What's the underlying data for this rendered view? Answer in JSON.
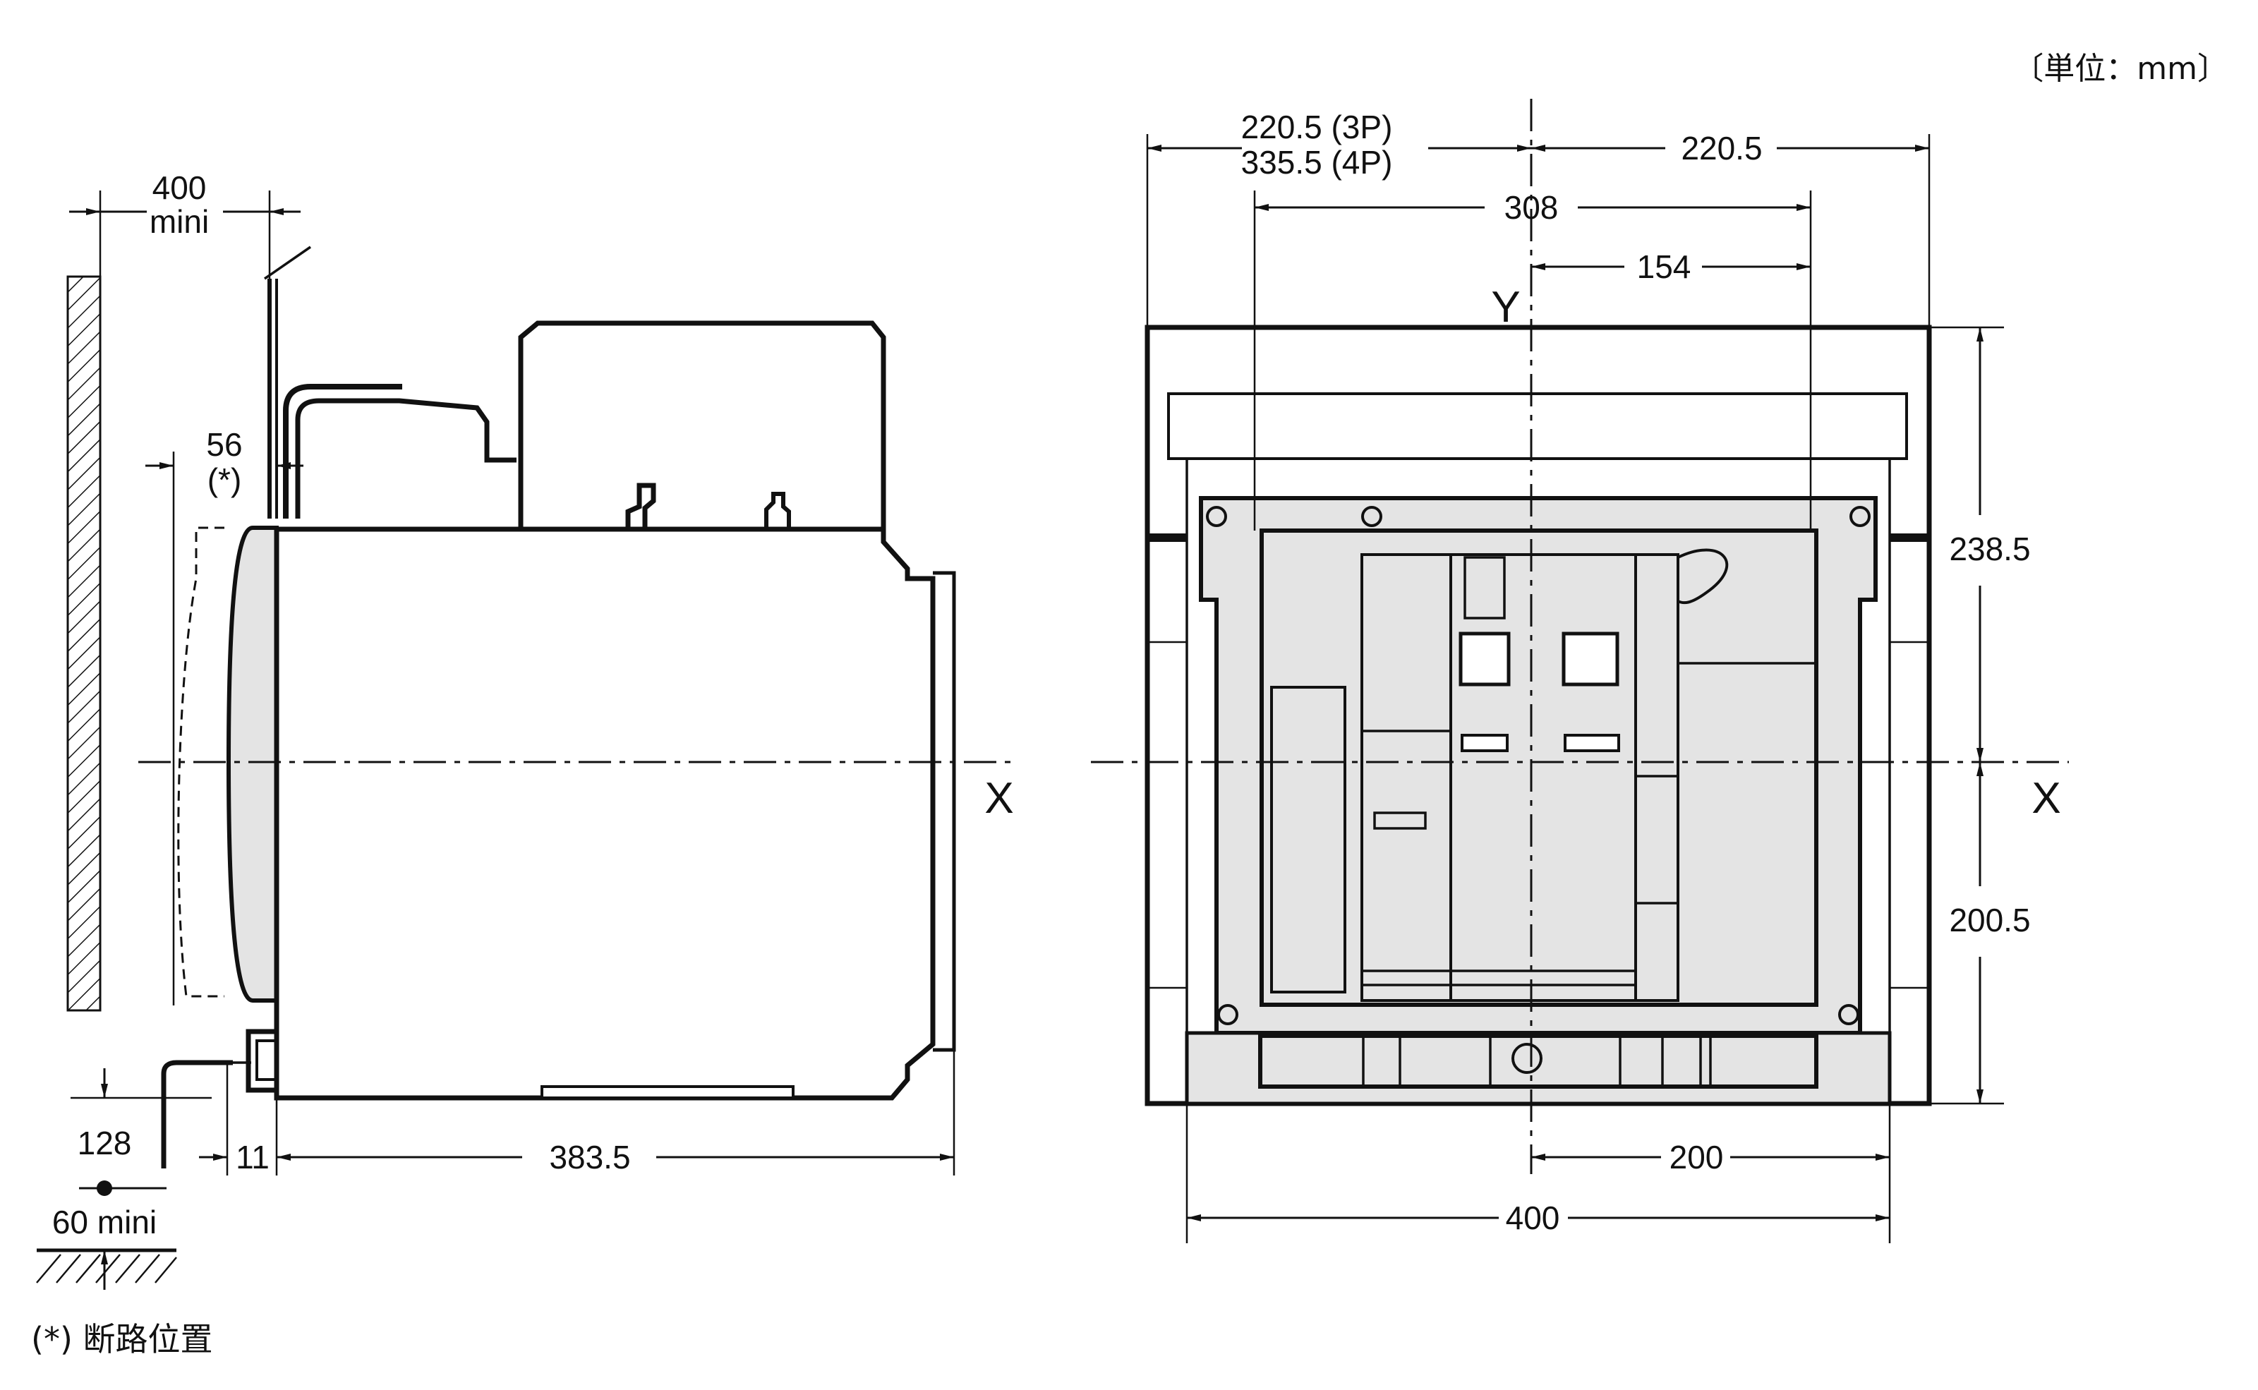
{
  "unit_label": "〔単位：mm〕",
  "footnote": "(*) 断路位置",
  "side_view": {
    "dim_400_value": "400",
    "dim_400_suffix": "mini",
    "dim_56_value": "56",
    "dim_56_note": "(*)",
    "dim_128": "128",
    "dim_60": "60 mini",
    "dim_11": "11",
    "dim_383_5": "383.5",
    "axis_x": "X"
  },
  "front_view": {
    "dim_left_3p": "220.5 (3P)",
    "dim_left_4p": "335.5 (4P)",
    "dim_right_top": "220.5",
    "dim_308": "308",
    "dim_154": "154",
    "dim_238_5": "238.5",
    "dim_200_5": "200.5",
    "dim_200": "200",
    "dim_400": "400",
    "axis_x": "X",
    "axis_y": "Y"
  }
}
